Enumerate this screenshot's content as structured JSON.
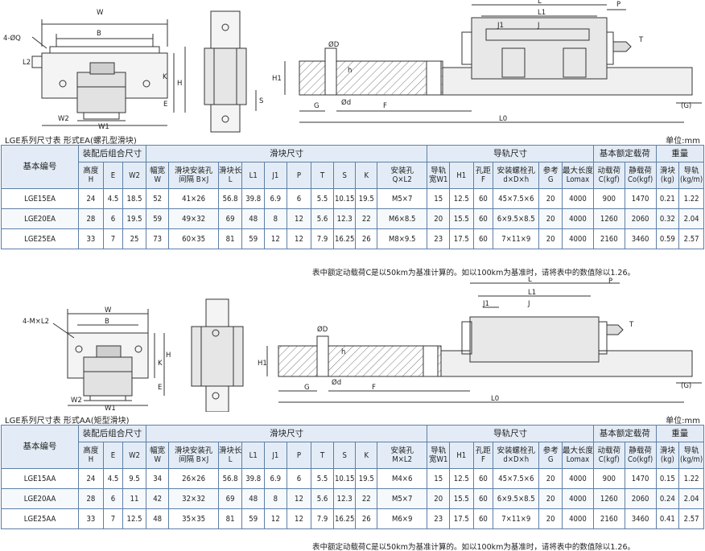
{
  "section_ea": {
    "title": "LGE系列尺寸表 形式EA(螺孔型滑块)",
    "unit": "单位:mm",
    "drawing_labels": {
      "hole": "4-ØQ",
      "W": "W",
      "B": "B",
      "L2": "L2",
      "K": "K",
      "H": "H",
      "E": "E",
      "W2": "W2",
      "W1": "W1",
      "S": "S",
      "D": "ØD",
      "h": "h",
      "H1": "H1",
      "d": "Ød",
      "G": "G",
      "F": "F",
      "L0": "L0",
      "Gp": "(G)",
      "L": "L",
      "L1": "L1",
      "J1": "J1",
      "J": "J",
      "P": "P",
      "T": "T"
    },
    "header": {
      "model": "基本编号",
      "assembly": "装配后组合尺寸",
      "block": "滑块尺寸",
      "rail": "导轨尺寸",
      "load": "基本额定载荷",
      "weight": "重量",
      "H": "高度|H",
      "E": "E",
      "W2": "W2",
      "W": "幅宽|W",
      "BJ": "滑块安装孔|间隔 B×J",
      "L": "滑块长|L",
      "L1": "L1",
      "J1": "J1",
      "P": "P",
      "T": "T",
      "S": "S",
      "K": "K",
      "mount": "安装孔|Q×L2",
      "W1": "导轨|宽W1",
      "H1": "H1",
      "F": "孔距|F",
      "bolt": "安装螺栓孔|d×D×h",
      "G": "参考|G",
      "lomax": "最大长度|Lomax",
      "C": "动载荷|C(kgf)",
      "Co": "静载荷|Co(kgf)",
      "wb": "滑块|(kg)",
      "wr": "导轨|(kg/m)"
    },
    "rows": [
      [
        "LGE15EA",
        "24",
        "4.5",
        "18.5",
        "52",
        "41×26",
        "56.8",
        "39.8",
        "6.9",
        "6",
        "5.5",
        "10.15",
        "19.5",
        "M5×7",
        "15",
        "12.5",
        "60",
        "45×7.5×6",
        "20",
        "4000",
        "900",
        "1470",
        "0.21",
        "1.22"
      ],
      [
        "LGE20EA",
        "28",
        "6",
        "19.5",
        "59",
        "49×32",
        "69",
        "48",
        "8",
        "12",
        "5.6",
        "12.3",
        "22",
        "M6×8.5",
        "20",
        "15.5",
        "60",
        "6×9.5×8.5",
        "20",
        "4000",
        "1260",
        "2060",
        "0.32",
        "2.04"
      ],
      [
        "LGE25EA",
        "33",
        "7",
        "25",
        "73",
        "60×35",
        "81",
        "59",
        "12",
        "12",
        "7.9",
        "16.25",
        "26",
        "M8×9.5",
        "23",
        "17.5",
        "60",
        "7×11×9",
        "20",
        "4000",
        "2160",
        "3460",
        "0.59",
        "2.57"
      ]
    ],
    "note": "表中额定动载荷C是以50km为基准计算的。如以100km为基准时，请将表中的数值除以1.26。"
  },
  "section_aa": {
    "title": "LGE系列尺寸表 形式AA(矩型滑块)",
    "unit": "单位:mm",
    "drawing_labels": {
      "hole": "4-M×L2",
      "W": "W",
      "B": "B",
      "K": "K",
      "H": "H",
      "E": "E",
      "W2": "W2",
      "W1": "W1",
      "D": "ØD",
      "h": "h",
      "H1": "H1",
      "d": "Ød",
      "G": "G",
      "F": "F",
      "L0": "L0",
      "Gp": "(G)",
      "L": "L",
      "L1": "L1",
      "J1": "J1",
      "J": "J",
      "P": "P",
      "T": "T"
    },
    "header": {
      "model": "基本编号",
      "assembly": "装配后组合尺寸",
      "block": "滑块尺寸",
      "rail": "导轨尺寸",
      "load": "基本额定载荷",
      "weight": "重量",
      "H": "高度|H",
      "E": "E",
      "W2": "W2",
      "W": "幅宽|W",
      "BJ": "滑块安装孔|间隔 B×J",
      "L": "滑块长|L",
      "L1": "L1",
      "J1": "J1",
      "P": "P",
      "T": "T",
      "S": "S",
      "K": "K",
      "mount": "安装孔|M×L2",
      "W1": "导轨|宽W1",
      "H1": "H1",
      "F": "孔距|F",
      "bolt": "安装螺栓孔|d×D×h",
      "G": "参考|G",
      "lomax": "最大长度|Lomax",
      "C": "动载荷|C(kgf)",
      "Co": "静载荷|Co(kgf)",
      "wb": "滑块|(kg)",
      "wr": "导轨|(kg/m)"
    },
    "rows": [
      [
        "LGE15AA",
        "24",
        "4.5",
        "9.5",
        "34",
        "26×26",
        "56.8",
        "39.8",
        "6.9",
        "6",
        "5.5",
        "10.15",
        "19.5",
        "M4×6",
        "15",
        "12.5",
        "60",
        "45×7.5×6",
        "20",
        "4000",
        "900",
        "1470",
        "0.15",
        "1.22"
      ],
      [
        "LGE20AA",
        "28",
        "6",
        "11",
        "42",
        "32×32",
        "69",
        "48",
        "8",
        "12",
        "5.6",
        "12.3",
        "22",
        "M5×7",
        "20",
        "15.5",
        "60",
        "6×9.5×8.5",
        "20",
        "4000",
        "1260",
        "2060",
        "0.24",
        "2.04"
      ],
      [
        "LGE25AA",
        "33",
        "7",
        "12.5",
        "48",
        "35×35",
        "81",
        "59",
        "12",
        "12",
        "7.9",
        "16.25",
        "26",
        "M6×9",
        "23",
        "17.5",
        "60",
        "7×11×9",
        "20",
        "4000",
        "2160",
        "3460",
        "0.41",
        "2.57"
      ]
    ],
    "note": "表中额定动载荷C是以50km为基准计算的。如以100km为基准时，请将表中的数值除以1.26。"
  }
}
